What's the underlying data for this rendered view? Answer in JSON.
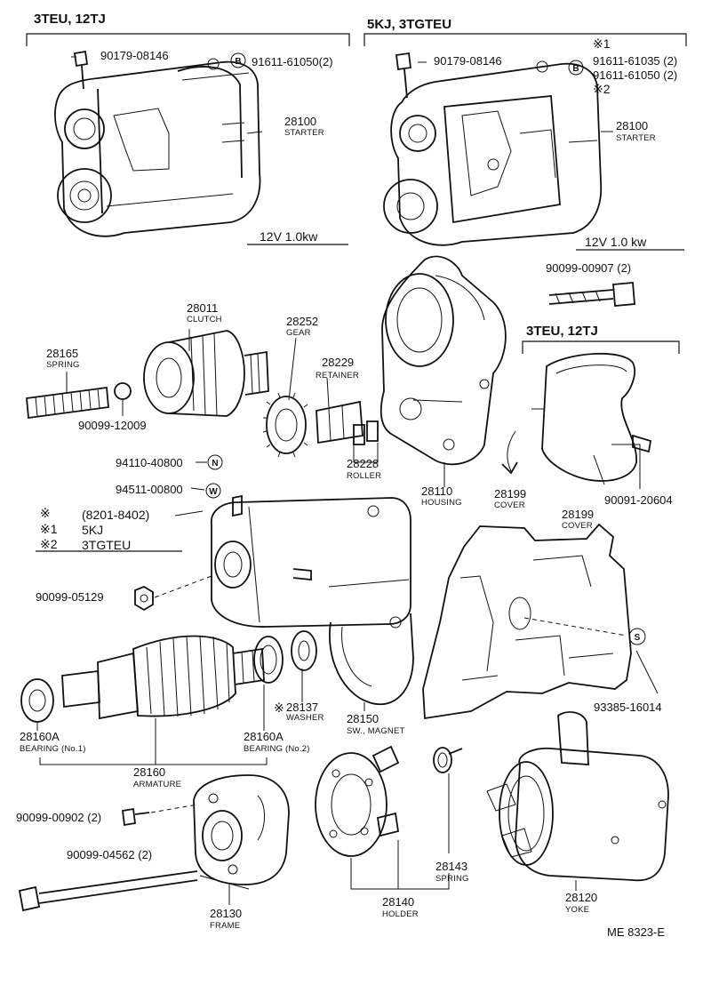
{
  "groups": {
    "top_left": "3TEU, 12TJ",
    "top_right": "5KJ, 3TGTEU",
    "mid_right": "3TEU, 12TJ"
  },
  "specs": {
    "left": "12V  1.0kw",
    "right": "12V  1.0  kw"
  },
  "legend": {
    "mark": "※",
    "row0_text": "(8201-8402)",
    "row1_mark": "※1",
    "row1_text": "5KJ",
    "row2_mark": "※2",
    "row2_text": "3TGTEU"
  },
  "markers": {
    "b": "B",
    "n": "N",
    "w": "W",
    "s": "S",
    "r1": "※1",
    "r2": "※2"
  },
  "parts": {
    "p90179_l": "90179-08146",
    "p91611_l": "91611-61050(2)",
    "p28100_l": "28100",
    "n28100_l": "STARTER",
    "p90179_r": "90179-08146",
    "p91611_r1": "91611-61035 (2)",
    "p91611_r2": "91611-61050 (2)",
    "p28100_r": "28100",
    "n28100_r": "STARTER",
    "p90099_907": "90099-00907 (2)",
    "p28011": "28011",
    "n28011": "CLUTCH",
    "p28252": "28252",
    "n28252": "GEAR",
    "p28229": "28229",
    "n28229": "RETAINER",
    "p28165": "28165",
    "n28165": "SPRING",
    "p90099_12009": "90099-12009",
    "p94110": "94110-40800",
    "p94511": "94511-00800",
    "p28228": "28228",
    "n28228": "ROLLER",
    "p28110": "28110",
    "n28110": "HOUSING",
    "p28199_a": "28199",
    "n28199_a": "COVER",
    "p28199_b": "28199",
    "n28199_b": "COVER",
    "p90091": "90091-20604",
    "p90099_05129": "90099-05129",
    "p28137_mark": "※",
    "p28137": "28137",
    "n28137": "WASHER",
    "p28150": "28150",
    "n28150": "SW., MAGNET",
    "p93385": "93385-16014",
    "p28160a_1": "28160A",
    "n28160a_1": "BEARING (No.1)",
    "p28160a_2": "28160A",
    "n28160a_2": "BEARING (No.2)",
    "p28160": "28160",
    "n28160": "ARMATURE",
    "p90099_902": "90099-00902 (2)",
    "p90099_04562": "90099-04562 (2)",
    "p28130": "28130",
    "n28130": "FRAME",
    "p28140": "28140",
    "n28140": "HOLDER",
    "p28143": "28143",
    "n28143": "SPRING",
    "p28120": "28120",
    "n28120": "YOKE"
  },
  "footer_code": "ME 8323-E"
}
